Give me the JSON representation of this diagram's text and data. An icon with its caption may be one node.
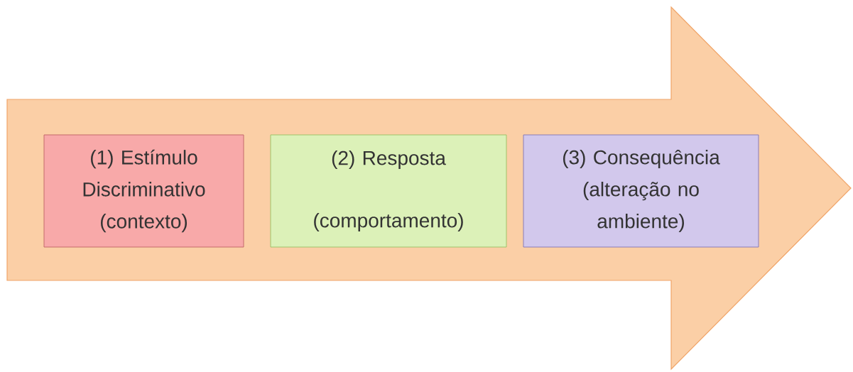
{
  "diagram": {
    "nodes": [
      {
        "text": [],
        "shape": "arrow"
      },
      {
        "text": [
          "(1) Estímulo Discriminativo (contexto)"
        ],
        "in": 0
      },
      {
        "text": [
          "(2) Resposta",
          "(comportamento)"
        ],
        "in": 0
      },
      {
        "text": [
          "(3) Consequência (alteração no ambiente)"
        ],
        "in": 0
      }
    ]
  }
}
